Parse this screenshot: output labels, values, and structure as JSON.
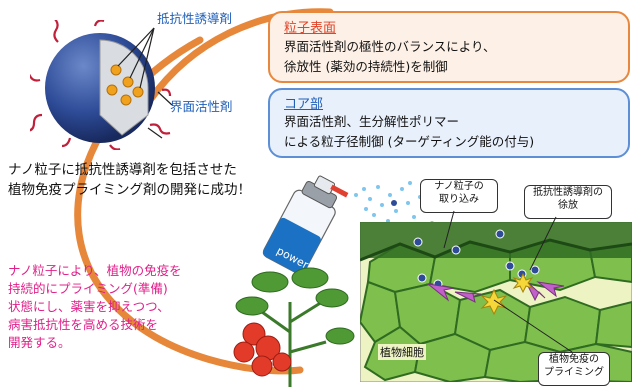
{
  "nanoparticle": {
    "inducer_label": "抵抗性誘導剤",
    "surfactant_label": "界面活性剤"
  },
  "particle_surface": {
    "title": "粒子表面",
    "line1": "界面活性剤の極性のバランスにより、",
    "line2": "徐放性 (薬効の持続性)を制御"
  },
  "core": {
    "title": "コア部",
    "line1": "界面活性剤、生分解性ポリマー",
    "line2": "による粒子径制御 (ターゲティング能の付与)"
  },
  "main_message": {
    "line1": "ナノ粒子に抵抗性誘導剤を包括させた",
    "line2": "植物免疫プライミング剤の開発に成功！"
  },
  "pink_message": {
    "line1": "ナノ粒子により、植物の免疫を",
    "line2": "持続的にプライミング(準備)",
    "line3": "状態にし、薬害を抑えつつ、",
    "line4": "病害抵抗性を高める技術を",
    "line5": "開発する。"
  },
  "spray_can_label": "power",
  "callouts": {
    "uptake_line1": "ナノ粒子の",
    "uptake_line2": "取り込み",
    "release_line1": "抵抗性誘導剤の",
    "release_line2": "徐放",
    "priming_line1": "植物免疫の",
    "priming_line2": "プライミング"
  },
  "plant_cell_label": "植物細胞",
  "colors": {
    "surface_title": "#e0452a",
    "core_title": "#1f5fb8",
    "surface_border": "#e8883f",
    "core_border": "#5d8fd6",
    "surface_fill": "#fdf0e6",
    "core_fill": "#e8f0fb",
    "pink_text": "#e0208a",
    "orange_arc": "#e6873a"
  }
}
